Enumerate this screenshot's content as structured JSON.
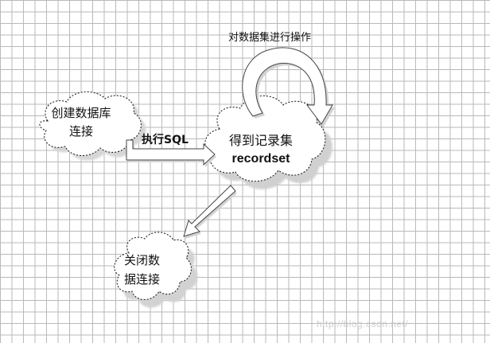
{
  "nodes": {
    "create_db": {
      "line1": "创建数据库",
      "line2": "连接"
    },
    "recordset": {
      "line1": "得到记录集",
      "line2": "recordset"
    },
    "close_db": {
      "line1": "关闭数",
      "line2": "据连接"
    }
  },
  "edges": {
    "execute_sql": "执行SQL",
    "operate_dataset": "对数据集进行操作"
  },
  "watermark": "http://blog.csdn.net/"
}
